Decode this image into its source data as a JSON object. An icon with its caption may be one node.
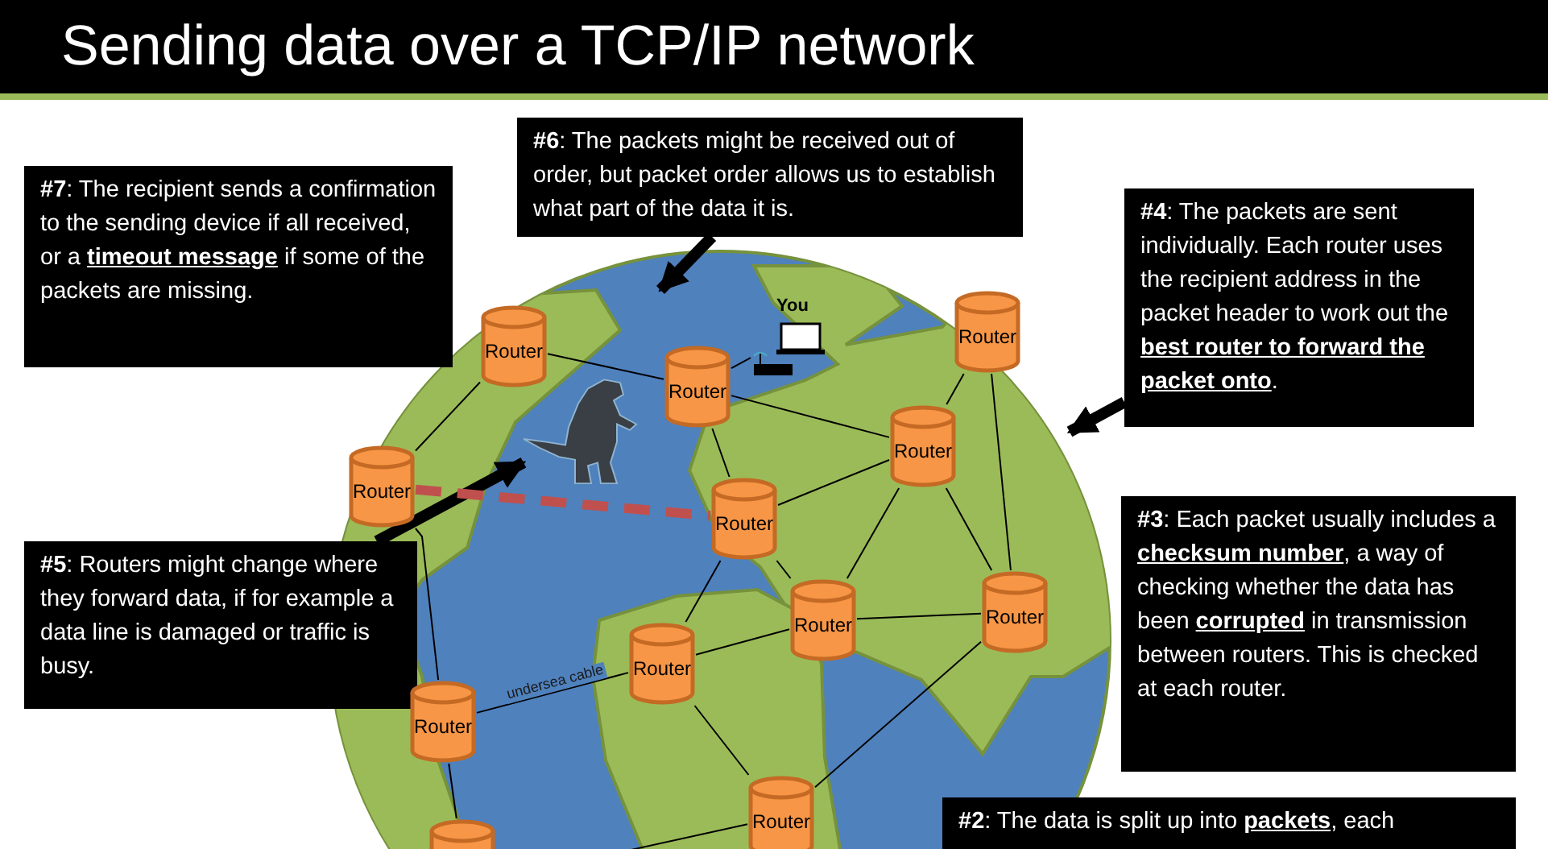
{
  "diagram": {
    "title": "Sending data over a TCP/IP network",
    "nodes": [
      {
        "text": [
          "**#7**: The recipient sends a confirmation to the sending device if all received, or a **timeout message** if some of the packets are missing."
        ]
      },
      {
        "text": [
          "**#6**: The packets might be received out of order, but packet order allows us to establish what part of the data it is."
        ]
      },
      {
        "text": [
          "**#4**: The packets are sent individually. Each router uses the recipient address in the packet header to work out the **best router to forward the packet onto**."
        ]
      },
      {
        "text": [
          "You"
        ]
      },
      {
        "text": [
          "Router"
        ]
      },
      {
        "text": [
          "Router"
        ]
      },
      {
        "text": [
          "Router"
        ]
      },
      {
        "text": [
          "Router"
        ]
      },
      {
        "text": [
          "Router"
        ]
      },
      {
        "text": [],
        "shape": "picture"
      },
      {
        "text": [
          "Router"
        ]
      },
      {
        "text": [
          "**#3**: Each packet usually includes a **checksum number**, a way of checking whether the data has been **corrupted** in transmission between routers. This is checked at each router."
        ]
      },
      {
        "text": [
          "**#5**: Routers might change where they forward data, if for example a data line is damaged or traffic is busy."
        ]
      },
      {
        "text": [
          "Router"
        ]
      },
      {
        "text": [
          "Router"
        ]
      },
      {
        "text": [
          "Router"
        ]
      },
      {
        "text": [
          "Router"
        ]
      },
      {
        "text": [
          "Router"
        ]
      },
      {
        "text": [],
        "shape": "cylinder"
      },
      {
        "text": [
          "**#2**: The data is split up into **packets**, each"
        ]
      }
    ],
    "edges": [
      {
        "from": 1,
        "to": null,
        "arrow": "to",
        "style": "thick"
      },
      {
        "from": 2,
        "to": null,
        "arrow": "to",
        "style": "thick"
      },
      {
        "from": 12,
        "to": 9,
        "arrow": "to",
        "style": "thick"
      },
      {
        "from": 4,
        "to": 8,
        "arrow": "none"
      },
      {
        "from": 4,
        "to": 5,
        "arrow": "none"
      },
      {
        "from": 5,
        "to": 3,
        "arrow": "none"
      },
      {
        "from": 5,
        "to": 7,
        "arrow": "none"
      },
      {
        "from": 5,
        "to": 10,
        "arrow": "none"
      },
      {
        "from": 6,
        "to": 7,
        "arrow": "none"
      },
      {
        "from": 6,
        "to": 14,
        "arrow": "none"
      },
      {
        "from": 8,
        "to": 10,
        "arrow": "none",
        "style": "dashed",
        "color": "#c0504d"
      },
      {
        "from": 8,
        "to": 16,
        "arrow": "none"
      },
      {
        "from": 10,
        "to": 7,
        "arrow": "none"
      },
      {
        "from": 10,
        "to": 13,
        "arrow": "none"
      },
      {
        "from": 10,
        "to": 15,
        "arrow": "none"
      },
      {
        "from": 7,
        "to": 13,
        "arrow": "none"
      },
      {
        "from": 7,
        "to": 14,
        "arrow": "none"
      },
      {
        "from": 13,
        "to": 14,
        "arrow": "none"
      },
      {
        "from": 13,
        "to": 15,
        "arrow": "none"
      },
      {
        "from": 15,
        "to": 16,
        "arrow": "none",
        "label": "undersea cable"
      },
      {
        "from": 15,
        "to": 17,
        "arrow": "none"
      },
      {
        "from": 14,
        "to": 17,
        "arrow": "none"
      },
      {
        "from": 16,
        "to": 18,
        "arrow": "none"
      },
      {
        "from": 17,
        "to": null,
        "arrow": "none"
      }
    ]
  }
}
